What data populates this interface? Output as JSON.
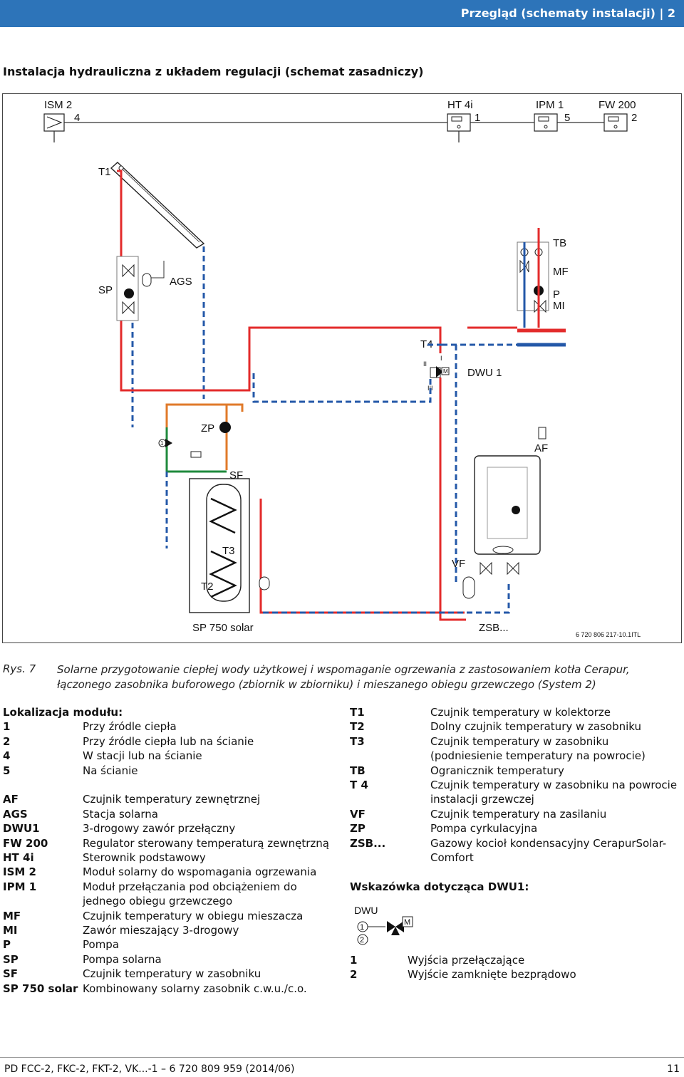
{
  "header": {
    "title": "Przegląd (schematy instalacji) | 2"
  },
  "section_title": "Instalacja hydrauliczna z układem regulacji (schemat zasadniczy)",
  "diagram": {
    "modules": [
      {
        "name": "ISM 2",
        "location": "4"
      },
      {
        "name": "HT 4i",
        "location": "1"
      },
      {
        "name": "IPM 1",
        "location": "5"
      },
      {
        "name": "FW 200",
        "location": "2"
      }
    ],
    "labels": {
      "t1": "T1",
      "tb": "TB",
      "mf": "MF",
      "p": "P",
      "mi": "MI",
      "sp": "SP",
      "ags": "AGS",
      "t4": "T4",
      "ii": "II",
      "i": "I",
      "iii": "III",
      "dwu1": "DWU 1",
      "zp": "ZP",
      "af": "AF",
      "sf": "SF",
      "t3": "T3",
      "t2": "T2",
      "vf": "VF",
      "sp750": "SP 750 solar",
      "zsb": "ZSB...",
      "m": "M",
      "one": "1",
      "two": "2",
      "docnum": "6 720 806 217-10.1ITL"
    },
    "colors": {
      "hot": "#e32b2b",
      "cold": "#2458a8",
      "solar_orange": "#e07a2a",
      "green": "#1f8a3c",
      "control": "#333333"
    }
  },
  "caption": {
    "label": "Rys. 7",
    "text": "Solarne przygotowanie ciepłej wody użytkowej i wspomaganie ogrzewania z zastosowaniem kotła Cerapur, łączonego zasobnika buforowego (zbiornik w zbiorniku) i mieszanego obiegu grzewczego (System 2)"
  },
  "legend_left": [
    {
      "k": "Lokalizacja modułu:",
      "v": ""
    },
    {
      "k": "1",
      "v": "Przy źródle ciepła"
    },
    {
      "k": "2",
      "v": "Przy źródle ciepła lub na ścianie"
    },
    {
      "k": "4",
      "v": "W stacji lub na ścianie"
    },
    {
      "k": "5",
      "v": "Na ścianie"
    },
    {
      "k": "",
      "v": ""
    },
    {
      "k": "AF",
      "v": "Czujnik temperatury zewnętrznej"
    },
    {
      "k": "AGS",
      "v": "Stacja solarna"
    },
    {
      "k": "DWU1",
      "v": "3-drogowy zawór przełączny"
    },
    {
      "k": "FW 200",
      "v": "Regulator sterowany temperaturą zewnętrzną"
    },
    {
      "k": "HT 4i",
      "v": "Sterownik podstawowy"
    },
    {
      "k": "ISM 2",
      "v": "Moduł solarny do wspomagania ogrzewania"
    },
    {
      "k": "IPM 1",
      "v": "Moduł przełączania pod obciążeniem do jednego obiegu grzewczego"
    },
    {
      "k": "MF",
      "v": "Czujnik temperatury w obiegu mieszacza"
    },
    {
      "k": "MI",
      "v": "Zawór mieszający 3-drogowy"
    },
    {
      "k": "P",
      "v": "Pompa"
    },
    {
      "k": "SP",
      "v": "Pompa solarna"
    },
    {
      "k": "SF",
      "v": "Czujnik temperatury w zasobniku"
    },
    {
      "k": "SP 750 solar",
      "v": "Kombinowany solarny zasobnik c.w.u./c.o."
    }
  ],
  "legend_right": [
    {
      "k": "T1",
      "v": "Czujnik temperatury w kolektorze"
    },
    {
      "k": "T2",
      "v": "Dolny czujnik temperatury w zasobniku"
    },
    {
      "k": "T3",
      "v": "Czujnik temperatury w zasobniku (podniesienie temperatury na powrocie)"
    },
    {
      "k": "TB",
      "v": "Ogranicznik temperatury"
    },
    {
      "k": "T 4",
      "v": "Czujnik temperatury w zasobniku na powrocie instalacji grzewczej"
    },
    {
      "k": "VF",
      "v": "Czujnik temperatury na zasilaniu"
    },
    {
      "k": "ZP",
      "v": "Pompa cyrkulacyjna"
    },
    {
      "k": "ZSB...",
      "v": "Gazowy kocioł kondensacyjny CerapurSolar-Comfort"
    }
  ],
  "hint": {
    "title": "Wskazówka dotycząca DWU1:",
    "diagram_label": "DWU",
    "motor_label": "M",
    "items": [
      {
        "k": "1",
        "v": "Wyjścia przełączające"
      },
      {
        "k": "2",
        "v": "Wyjście zamknięte bezprądowo"
      }
    ]
  },
  "footer": {
    "left": "PD FCC-2, FKC-2, FKT-2, VK...-1 – 6 720 809 959 (2014/06)",
    "right": "11"
  }
}
